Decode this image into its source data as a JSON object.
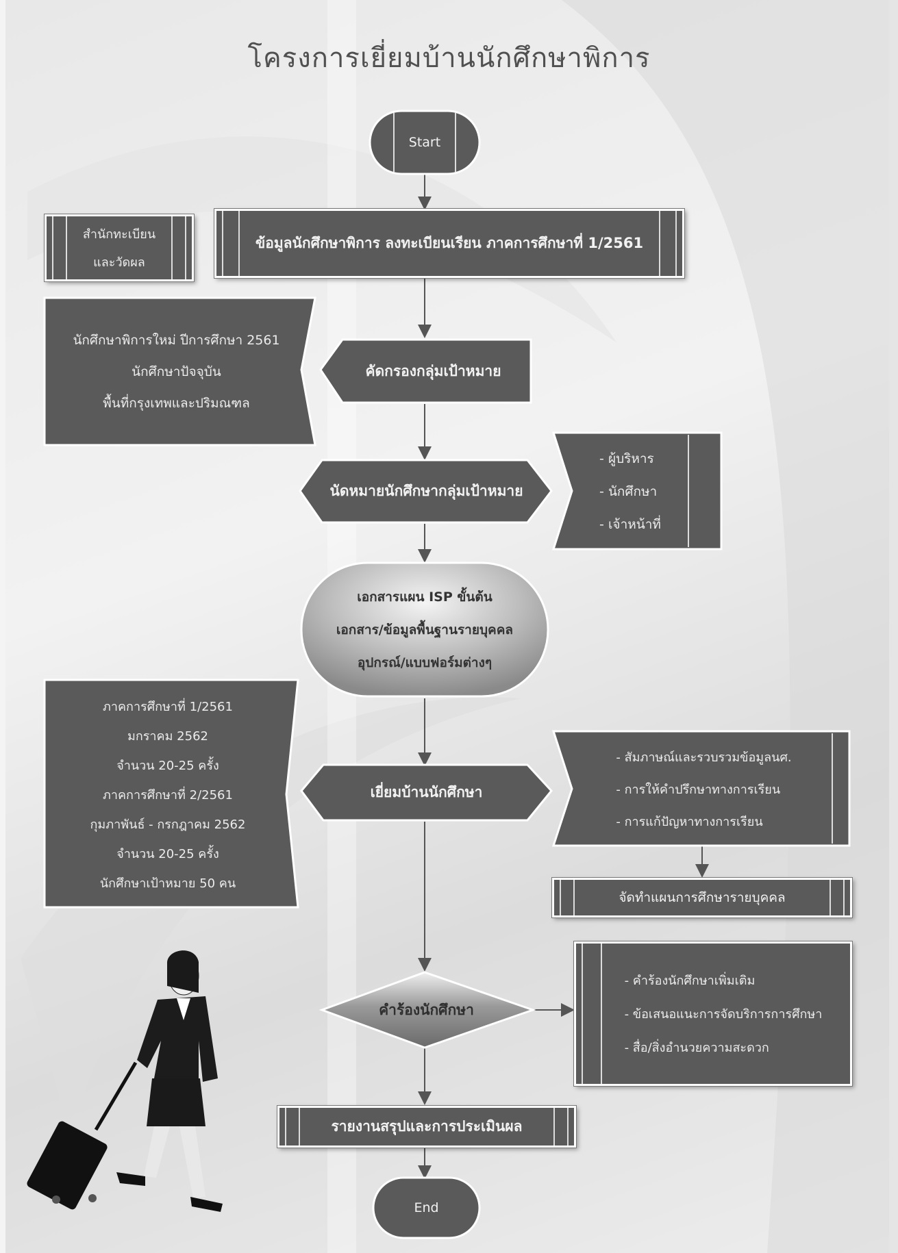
{
  "title": "โครงการเยี่ยมบ้านนักศึกษาพิการ",
  "nodes": {
    "start": "Start",
    "registration_office": [
      "สำนักทะเบียน",
      "และวัดผล"
    ],
    "student_data": "ข้อมูลนักศึกษาพิการ ลงทะเบียนเรียน ภาคการศึกษาที่ 1/2561",
    "criteria": [
      "นักศึกษาพิการใหม่ ปีการศึกษา 2561",
      "นักศึกษาปัจจุบัน",
      "พื้นที่กรุงเทพและปริมณฑล"
    ],
    "screen_target": "คัดกรองกลุ่มเป้าหมาย",
    "appointment": "นัดหมายนักศึกษากลุ่มเป้าหมาย",
    "staff": [
      "- ผู้บริหาร",
      "- นักศึกษา",
      "- เจ้าหน้าที่"
    ],
    "documents": [
      "เอกสารแผน ISP ขั้นต้น",
      "เอกสาร/ข้อมูลพื้นฐานรายบุคคล",
      "อุปกรณ์/แบบฟอร์มต่างๆ"
    ],
    "schedule": [
      "ภาคการศึกษาที่ 1/2561",
      "มกราคม 2562",
      "จำนวน 20-25 ครั้ง",
      "ภาคการศึกษาที่ 2/2561",
      "กุมภาพันธ์ - กรกฎาคม 2562",
      "จำนวน 20-25 ครั้ง",
      "นักศึกษาเป้าหมาย 50 คน"
    ],
    "home_visit": "เยี่ยมบ้านนักศึกษา",
    "visit_activities": [
      "- สัมภาษณ์และรวบรวมข้อมูลนศ.",
      "- การให้คำปรึกษาทางการเรียน",
      "- การแก้ปัญหาทางการเรียน"
    ],
    "individual_plan": "จัดทำแผนการศึกษารายบุคคล",
    "student_request": "คำร้องนักศึกษา",
    "request_items": [
      "- คำร้องนักศึกษาเพิ่มเติม",
      "- ข้อเสนอแนะการจัดบริการการศึกษา",
      "- สื่อ/สิ่งอำนวยความสะดวก"
    ],
    "report": "รายงานสรุปและการประเมินผล",
    "end": "End"
  },
  "colors": {
    "box": "#5a5a5a",
    "box_text": "#f2f2f2",
    "title": "#505050",
    "arrow": "#555555",
    "bubble_light": "#f4f4f4",
    "bubble_dark": "#8a8a8a"
  }
}
